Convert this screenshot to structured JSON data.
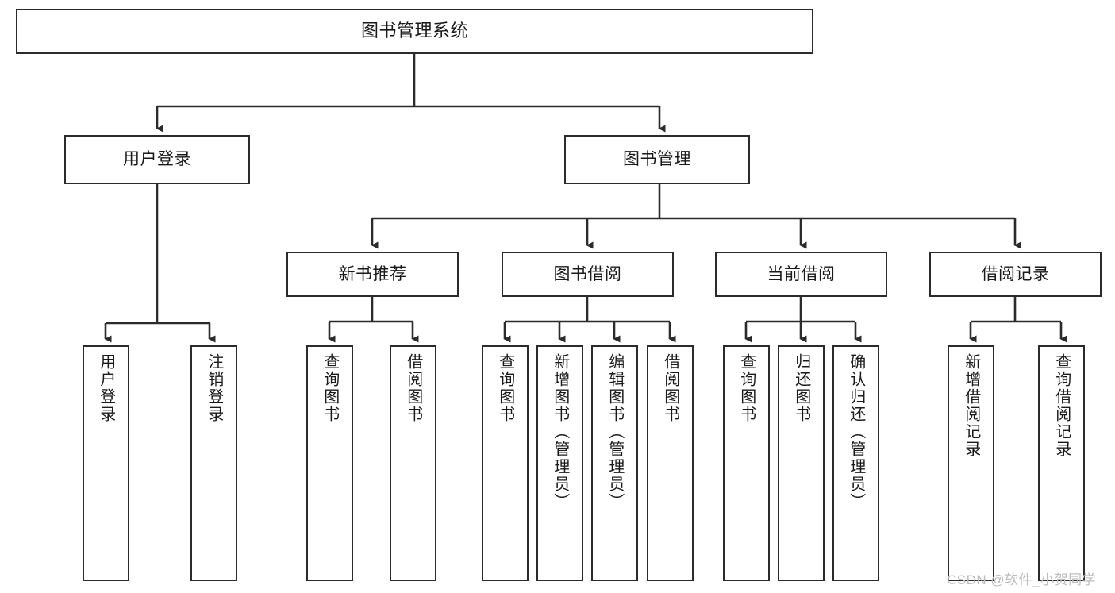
{
  "diagram": {
    "title": "图书管理系统",
    "type": "tree-hierarchy",
    "root": {
      "label": "图书管理系统"
    },
    "level1": [
      {
        "label": "用户登录"
      },
      {
        "label": "图书管理"
      }
    ],
    "level2": [
      {
        "label": "新书推荐"
      },
      {
        "label": "图书借阅"
      },
      {
        "label": "当前借阅"
      },
      {
        "label": "借阅记录"
      }
    ],
    "leaves": {
      "user_login": [
        {
          "label": "用户登录"
        },
        {
          "label": "注销登录"
        }
      ],
      "new_book_recommend": [
        {
          "label": "查询图书"
        },
        {
          "label": "借阅图书"
        }
      ],
      "book_borrow": [
        {
          "label": "查询图书"
        },
        {
          "label": "新增图书（管理员）"
        },
        {
          "label": "编辑图书（管理员）"
        },
        {
          "label": "借阅图书"
        }
      ],
      "current_borrow": [
        {
          "label": "查询图书"
        },
        {
          "label": "归还图书"
        },
        {
          "label": "确认归还（管理员）"
        }
      ],
      "borrow_record": [
        {
          "label": "新增借阅记录"
        },
        {
          "label": "查询借阅记录"
        }
      ]
    }
  },
  "watermark": {
    "text": "CSDN @软件_小贺同学"
  },
  "colors": {
    "stroke": "#2b2b2b",
    "fill": "#ffffff",
    "text": "#1a1a1a",
    "watermark": "#bdbdbd"
  }
}
